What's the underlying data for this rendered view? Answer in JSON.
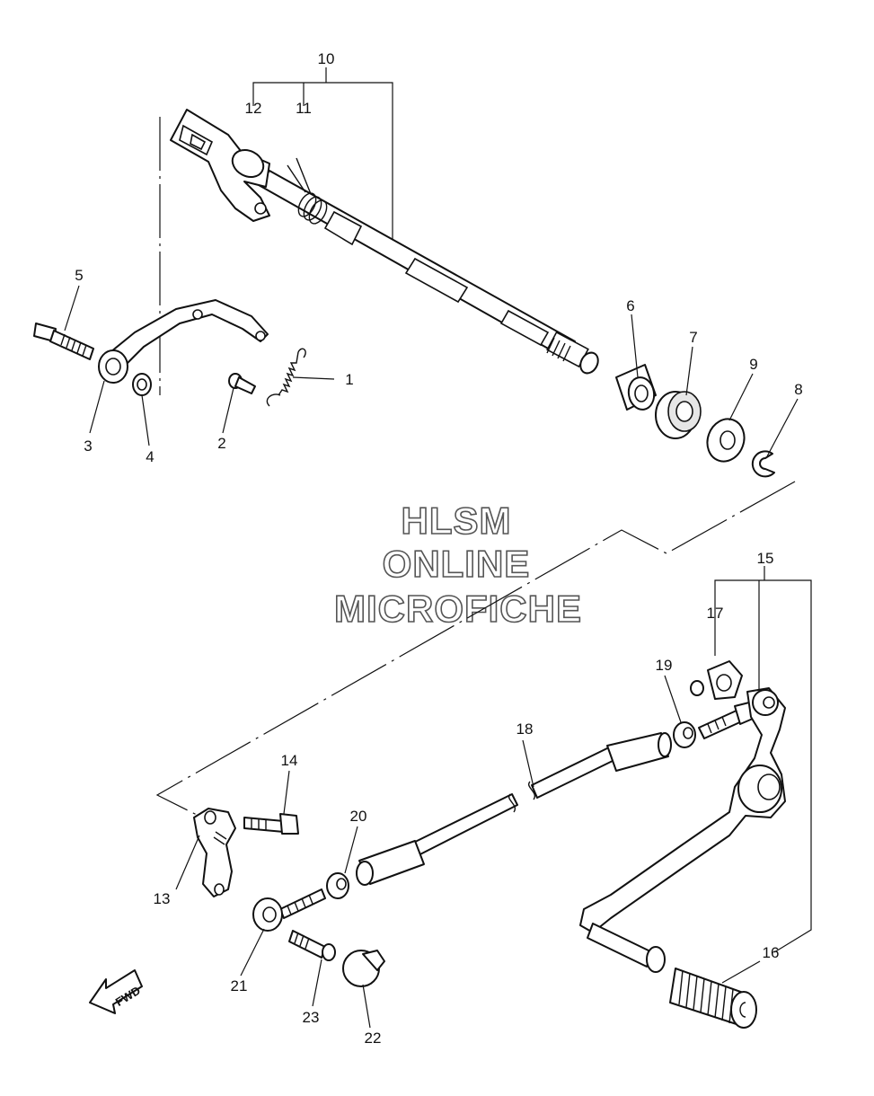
{
  "callouts": [
    {
      "id": "c1",
      "label": "1"
    },
    {
      "id": "c2",
      "label": "2"
    },
    {
      "id": "c3",
      "label": "3"
    },
    {
      "id": "c4",
      "label": "4"
    },
    {
      "id": "c5",
      "label": "5"
    },
    {
      "id": "c6",
      "label": "6"
    },
    {
      "id": "c7",
      "label": "7"
    },
    {
      "id": "c8",
      "label": "8"
    },
    {
      "id": "c9",
      "label": "9"
    },
    {
      "id": "c10",
      "label": "10"
    },
    {
      "id": "c11",
      "label": "11"
    },
    {
      "id": "c12",
      "label": "12"
    },
    {
      "id": "c13",
      "label": "13"
    },
    {
      "id": "c14",
      "label": "14"
    },
    {
      "id": "c15",
      "label": "15"
    },
    {
      "id": "c16",
      "label": "16"
    },
    {
      "id": "c17",
      "label": "17"
    },
    {
      "id": "c18",
      "label": "18"
    },
    {
      "id": "c19",
      "label": "19"
    },
    {
      "id": "c20",
      "label": "20"
    },
    {
      "id": "c21",
      "label": "21"
    },
    {
      "id": "c22",
      "label": "22"
    },
    {
      "id": "c23",
      "label": "23"
    }
  ],
  "watermark": {
    "line1": "HLSM",
    "line2": "ONLINE",
    "line3": "MICROFICHE"
  },
  "direction_badge": "FWD"
}
